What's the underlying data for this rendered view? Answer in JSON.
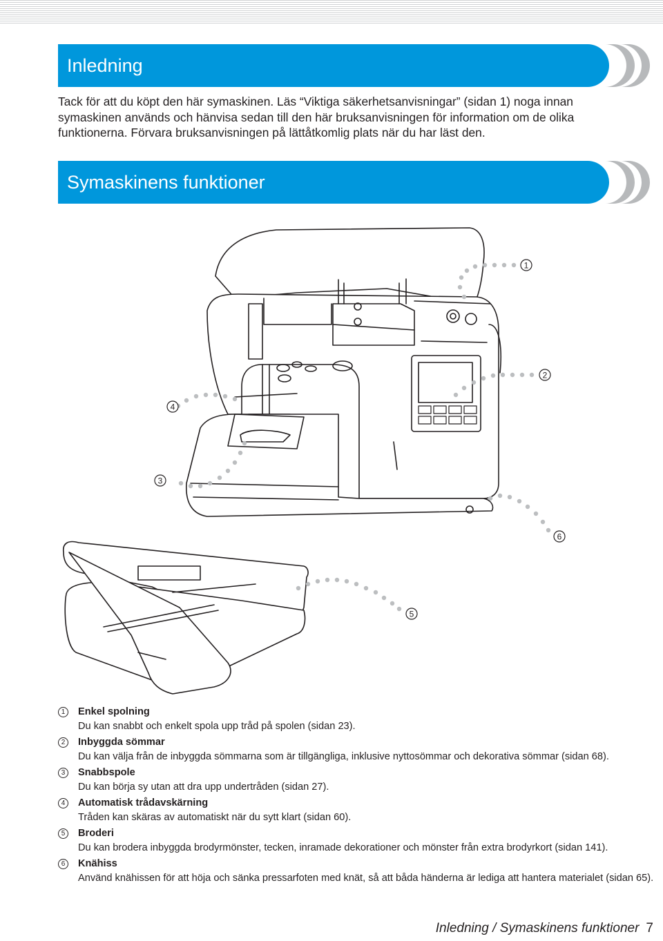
{
  "header": {
    "stripe": "decorative"
  },
  "sections": [
    {
      "title": "Inledning"
    },
    {
      "title": "Symaskinens funktioner"
    }
  ],
  "intro": "Tack för att du köpt den här symaskinen. Läs “Viktiga säkerhetsanvisningar” (sidan 1) noga innan symaskinen används och hänvisa sedan till den här bruksanvisningen för information om de olika funktionerna. Förvara bruksanvisningen på lättåtkomlig plats när du har läst den.",
  "callouts": [
    "1",
    "2",
    "3",
    "4",
    "5",
    "6"
  ],
  "features": [
    {
      "num": "1",
      "title": "Enkel spolning",
      "desc": "Du kan snabbt och enkelt spola upp tråd på spolen (sidan 23)."
    },
    {
      "num": "2",
      "title": "Inbyggda sömmar",
      "desc": "Du kan välja från de inbyggda sömmarna som är tillgängliga, inklusive nyttosömmar och dekorativa sömmar (sidan 68)."
    },
    {
      "num": "3",
      "title": "Snabbspole",
      "desc": "Du kan börja sy utan att dra upp undertråden (sidan 27)."
    },
    {
      "num": "4",
      "title": "Automatisk trådavskärning",
      "desc": "Tråden kan skäras av automatiskt när du sytt klart (sidan 60)."
    },
    {
      "num": "5",
      "title": "Broderi",
      "desc": "Du kan brodera inbyggda brodyrmönster, tecken, inramade dekorationer och mönster från extra brodyrkort (sidan 141)."
    },
    {
      "num": "6",
      "title": "Knähiss",
      "desc": "Använd knähissen för att höja och sänka pressarfoten med knät, så att båda händerna är lediga att hantera materialet (sidan 65)."
    }
  ],
  "footer": {
    "text": "Inledning / Symaskinens funktioner",
    "page": "7"
  },
  "colors": {
    "accent": "#0097dc",
    "chevron": "#b7b9bb"
  }
}
